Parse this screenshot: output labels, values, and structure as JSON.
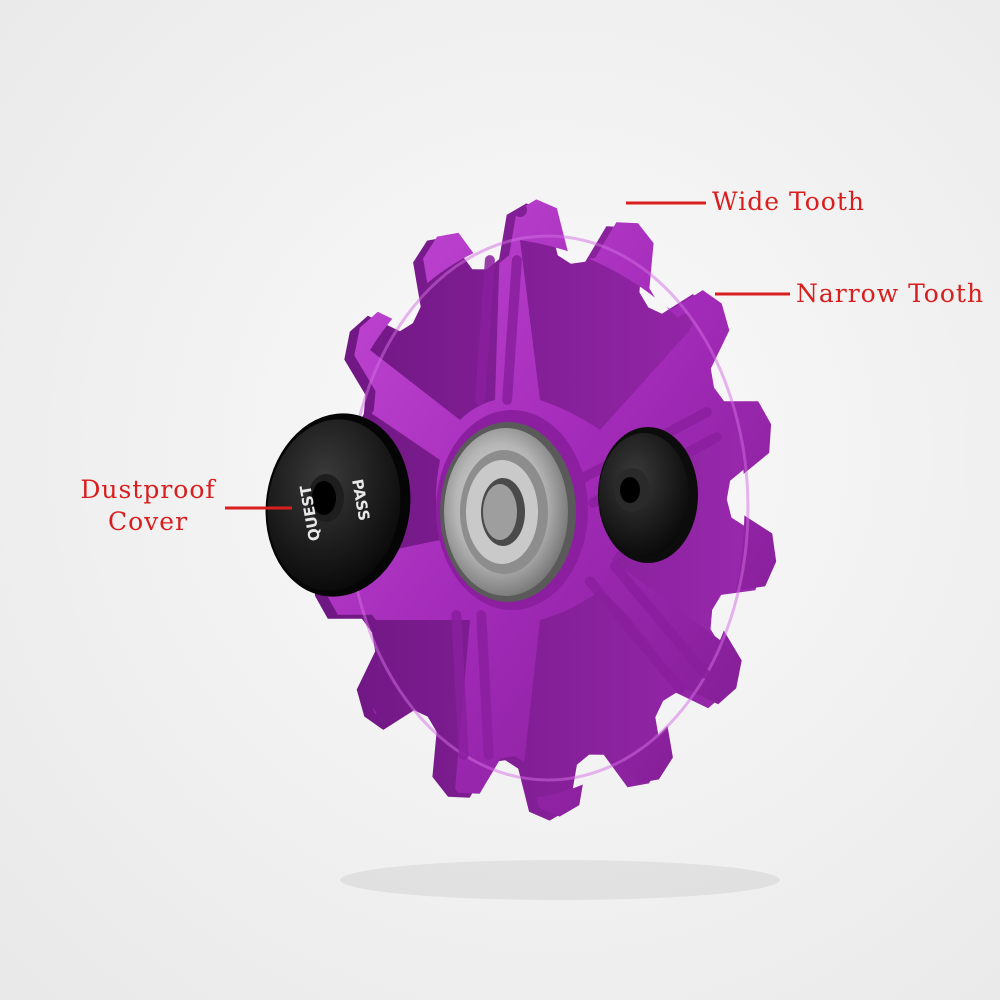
{
  "product": {
    "type": "jockey wheel / derailleur pulley",
    "body_color": "#a22ab8",
    "cover_color": "#141414",
    "cover_text": [
      "PASS",
      "QUEST"
    ]
  },
  "callouts": {
    "color": "#d81e1e",
    "wide_tooth": "Wide Tooth",
    "narrow_tooth": "Narrow Tooth",
    "dustproof_line1": "Dustproof",
    "dustproof_line2": "Cover"
  },
  "background": "#f2f2f2"
}
